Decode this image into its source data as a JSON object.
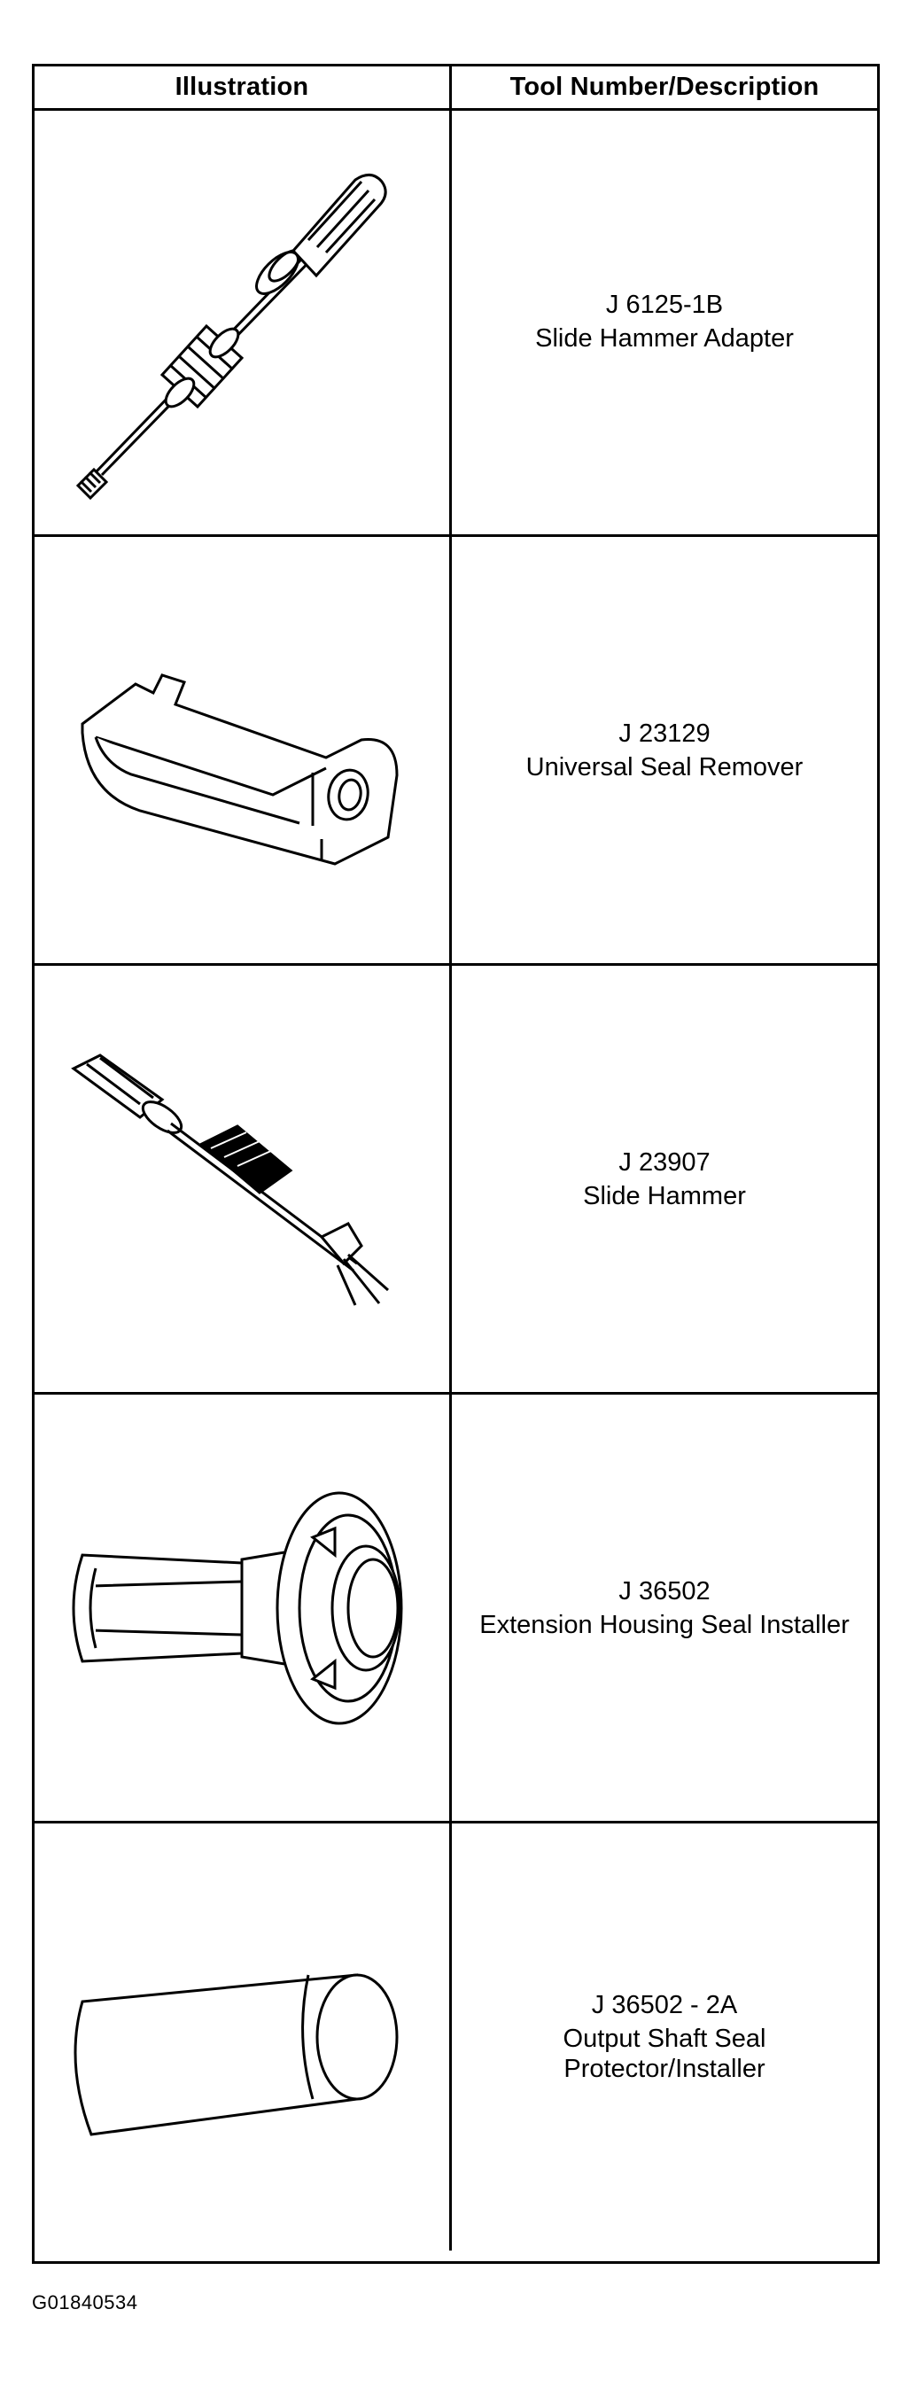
{
  "table": {
    "headers": {
      "illustration": "Illustration",
      "tool": "Tool Number/Description"
    },
    "rows": [
      {
        "number": "J 6125-1B",
        "description": "Slide Hammer Adapter",
        "icon": "slide-hammer-adapter-icon"
      },
      {
        "number": "J 23129",
        "description": "Universal Seal Remover",
        "icon": "universal-seal-remover-icon"
      },
      {
        "number": "J 23907",
        "description": "Slide Hammer",
        "icon": "slide-hammer-icon"
      },
      {
        "number": "J 36502",
        "description": "Extension Housing Seal Installer",
        "icon": "extension-housing-seal-installer-icon"
      },
      {
        "number": "J 36502 - 2A",
        "description": "Output Shaft Seal Protector/Installer",
        "icon": "output-shaft-seal-protector-icon"
      }
    ]
  },
  "figure_id": "G01840534"
}
